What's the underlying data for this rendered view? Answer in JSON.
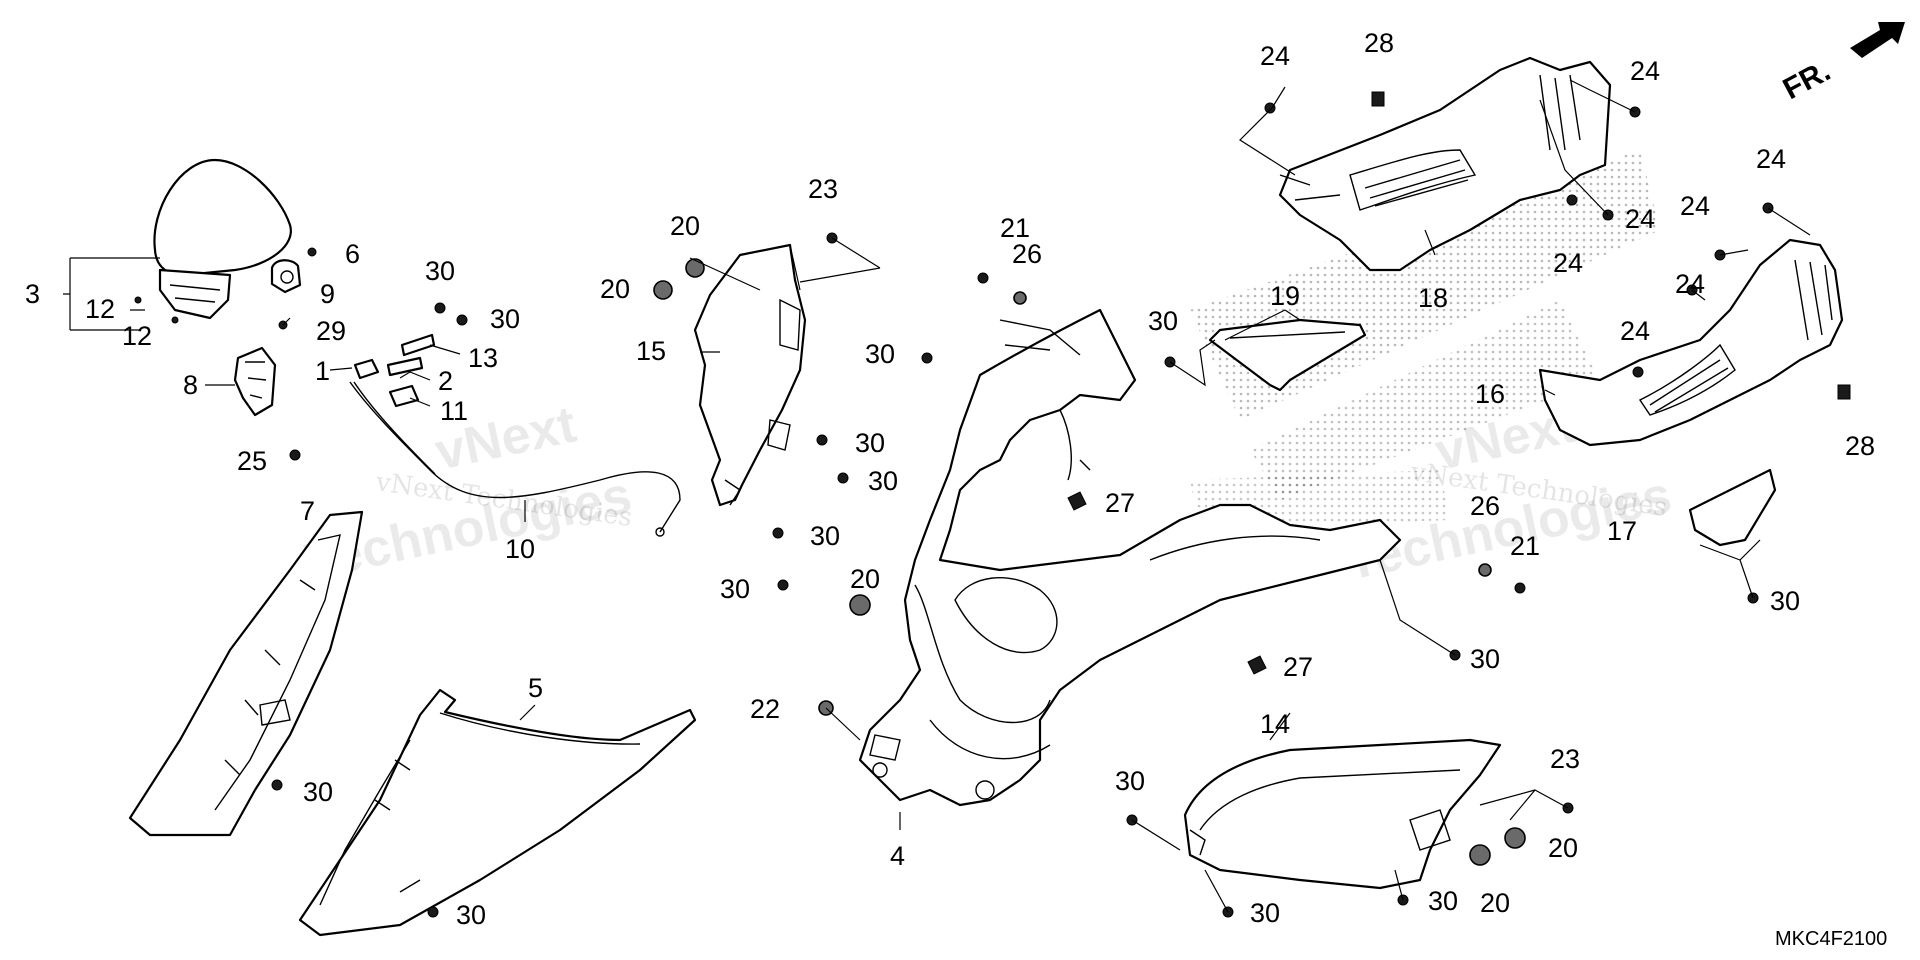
{
  "diagram": {
    "drawing_code": "MKC4F2100",
    "direction_label": "FR.",
    "watermarks": [
      "vNext Technologies",
      "vNext",
      "Technologies"
    ],
    "callouts": [
      {
        "n": "1"
      },
      {
        "n": "2"
      },
      {
        "n": "3"
      },
      {
        "n": "4"
      },
      {
        "n": "5"
      },
      {
        "n": "6"
      },
      {
        "n": "7"
      },
      {
        "n": "8"
      },
      {
        "n": "9"
      },
      {
        "n": "10"
      },
      {
        "n": "11"
      },
      {
        "n": "12"
      },
      {
        "n": "13"
      },
      {
        "n": "14"
      },
      {
        "n": "15"
      },
      {
        "n": "16"
      },
      {
        "n": "17"
      },
      {
        "n": "18"
      },
      {
        "n": "19"
      },
      {
        "n": "20"
      },
      {
        "n": "21"
      },
      {
        "n": "22"
      },
      {
        "n": "23"
      },
      {
        "n": "24"
      },
      {
        "n": "25"
      },
      {
        "n": "26"
      },
      {
        "n": "27"
      },
      {
        "n": "28"
      },
      {
        "n": "29"
      },
      {
        "n": "30"
      }
    ]
  }
}
